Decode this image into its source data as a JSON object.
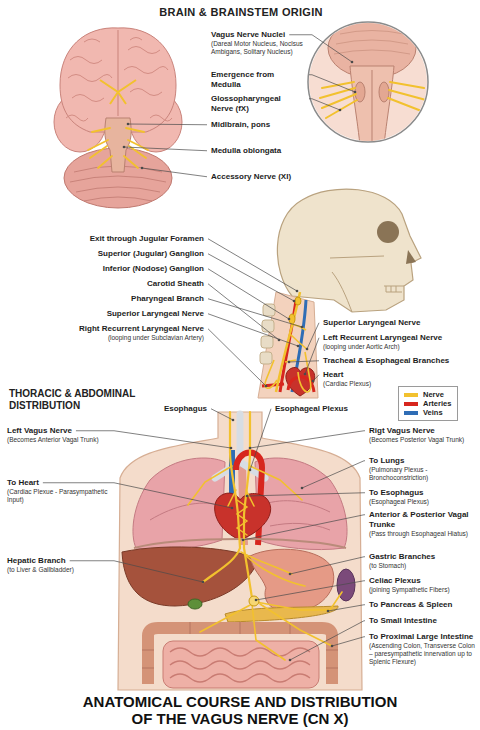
{
  "diagram": {
    "title": "ANATOMICAL COURSE AND DISTRIBUTION OF THE VAGUS NERVE (CN X)",
    "labels": [
      "BRAIN & BRAINSTEM ORIGIN",
      "Vagus Nerve Nuclei",
      "(Dareal Motor Nucleus, Noclsus Ambigans, Solitary Nucleus)",
      "Emergence from Medulla",
      "Glossopharyngeal Nerve (fX)",
      "Midlbrain, pons",
      "Medulla oblongata",
      "Accessory Nerve (XI)",
      "Exit through Jugular Foramen",
      "Superior (Jugular) Ganglion",
      "Inferior (Nodose) Ganglion",
      "Carotid Sheath",
      "Pharyngeal Branch",
      "Superior Laryngeal Nerve",
      "Right Recurrent Laryngeal Nerve",
      "(looping under Subclavian Artery)",
      "Superior Laryngeal Nerve",
      "Left Recurrent Laryngeal Nerve",
      "(looping under Aortic Arch)",
      "Tracheal & Esophageal Branches",
      "Heart",
      "(Cardiac Plexus)",
      "THORACIC & ABDOMINAL DISTRIBUTION",
      "Esophagus",
      "Esophageal Plexus",
      "Left Vagus Nerve",
      "(Becomes Anterior Vagal Trunk)",
      "Rigt Vagus Nerve",
      "(Becomes Posterior Vagal Trunk)",
      "To Lungs",
      "(Pulmonary Plexus - Bronchoconstriction)",
      "To Heart",
      "(Cardiac Plexue - Parasympathetic Input)",
      "To Esophagus",
      "(Esophageal Plexus)",
      "Anterior & Posterior Vagal Trunke",
      "(Pass through Esophageal Hiatus)",
      "Hepatic Branch",
      "(to Liver & Gallbladder)",
      "Gastric Branches",
      "(to Stomach)",
      "Celiac Plexus",
      "(joining Sympathetic Fibers)",
      "To Pancreas & Spleen",
      "To Small Intestine",
      "To Proximal Large Intestine",
      "(Ascending Colon, Transverse Colon – paresympathetic innervation up to Splenic Flexure)"
    ],
    "legend": [
      {
        "text": "Nerve",
        "color": "#f2c12e"
      },
      {
        "text": "Arteries",
        "color": "#d7261e"
      },
      {
        "text": "Veins",
        "color": "#2f6db5"
      }
    ]
  }
}
